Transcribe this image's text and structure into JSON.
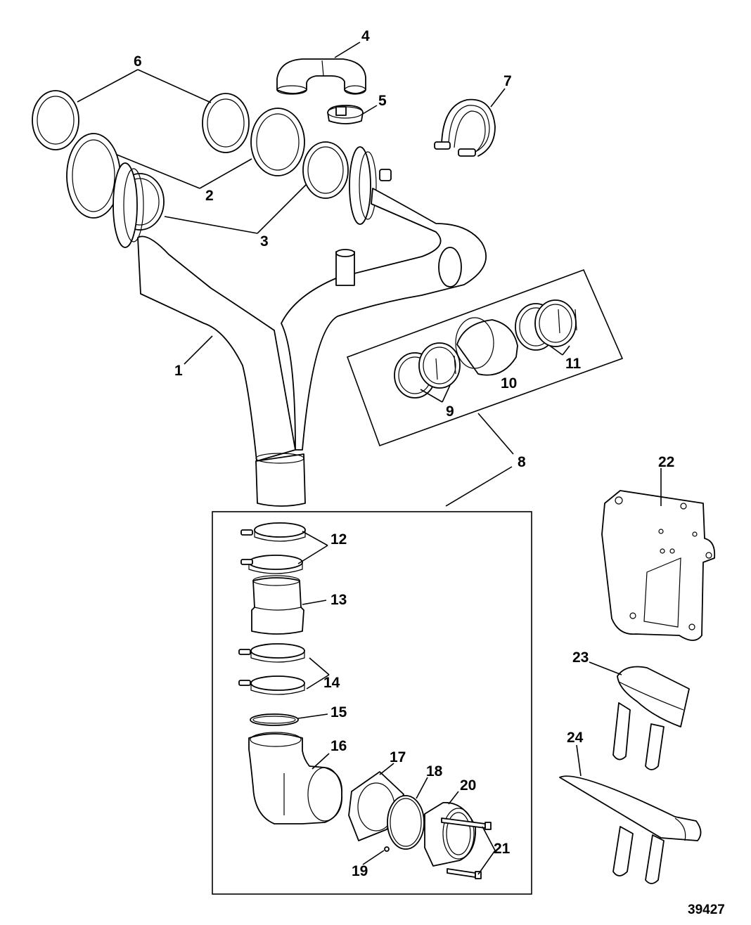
{
  "callouts": [
    "1",
    "2",
    "3",
    "4",
    "5",
    "6",
    "7",
    "8",
    "9",
    "10",
    "11",
    "12",
    "13",
    "14",
    "15",
    "16",
    "17",
    "18",
    "19",
    "20",
    "21",
    "22",
    "23",
    "24"
  ],
  "figure_number": "39427"
}
